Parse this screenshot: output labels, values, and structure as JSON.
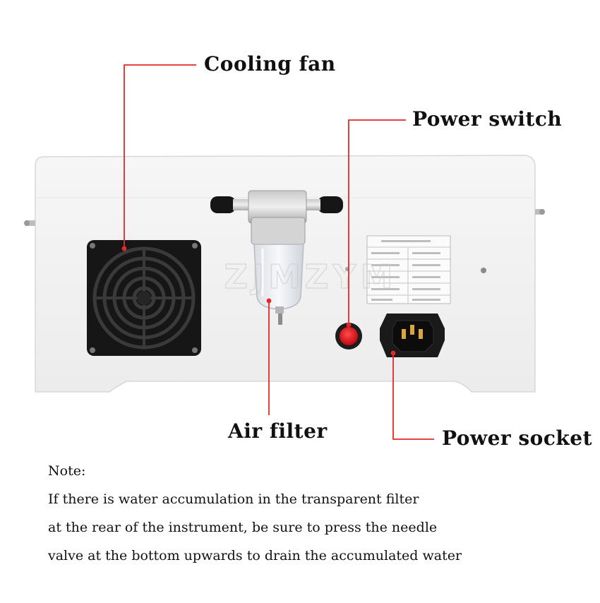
{
  "callouts": {
    "cooling_fan": "Cooling fan",
    "power_switch": "Power switch",
    "air_filter": "Air filter",
    "power_socket": "Power socket"
  },
  "watermark": "ZJMZYM",
  "note": {
    "heading": "Note:",
    "lines": [
      "If there is water accumulation in the transparent filter",
      "at the rear of the instrument, be sure to press the needle",
      "valve at the bottom upwards to drain the accumulated water"
    ]
  },
  "colors": {
    "leader_line": "#e02a2a",
    "device_body": "#f3f3f3",
    "fan_frame": "#1a1a1a",
    "switch_red": "#e8141c"
  },
  "icons": [
    "fan-grille-icon",
    "power-switch-icon",
    "iec-socket-icon",
    "air-filter-icon"
  ]
}
